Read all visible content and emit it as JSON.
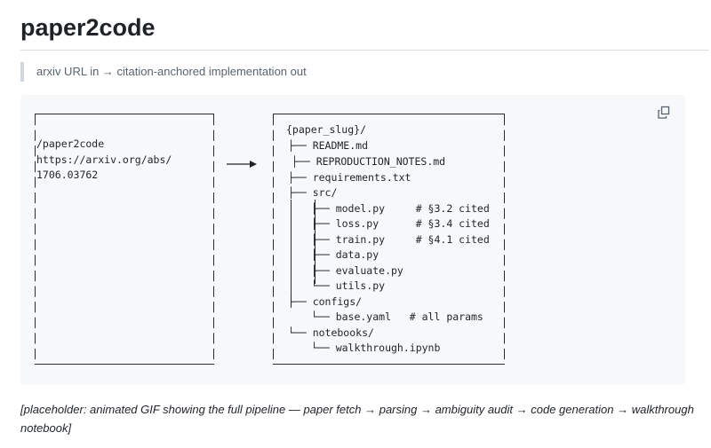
{
  "page": {
    "title": "paper2code",
    "tagline": "arxiv URL in → citation-anchored implementation out",
    "caption": "[placeholder: animated GIF showing the full pipeline — paper fetch → parsing → ambiguity audit → code generation → walkthrough notebook]"
  },
  "code_block": {
    "copy_icon": "copy-icon",
    "input_lines": "/paper2code\nhttps://arxiv.org/abs/\n1706.03762",
    "arrow": "——▶",
    "tree": {
      "root": "{paper_slug}/",
      "readme": "├── README.md",
      "repro_notes": "├── REPRODUCTION_NOTES.md",
      "requirements": "├── requirements.txt",
      "src": "├── src/",
      "model": "├── model.py     # §3.2 cited",
      "loss": "├── loss.py      # §3.4 cited",
      "train": "├── train.py     # §4.1 cited",
      "data": "├── data.py",
      "evaluate": "├── evaluate.py",
      "utils": "└── utils.py",
      "configs": "├── configs/",
      "base_yaml": "└── base.yaml   # all params",
      "notebooks": "└── notebooks/",
      "walkthrough": "└── walkthrough.ipynb"
    }
  }
}
